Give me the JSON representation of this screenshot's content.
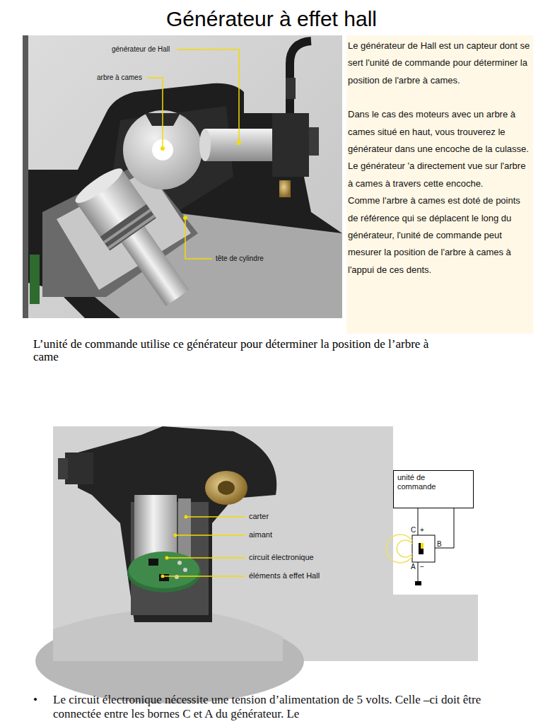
{
  "diagram": {
    "title": "Générateur à effet hall",
    "caption": "L’unité de commande utilise ce générateur pour déterminer la position de l’arbre à came",
    "nodes": [
      {
        "text": [
          "Le générateur de Hall est un capteur dont se sert l'unité de commande pour déterminer la position de l'arbre à cames.",
          "Dans le cas des moteurs avec un arbre à cames situé en haut, vous trouverez le générateur dans une encoche de la culasse. Le générateur 'a directement vue sur l'arbre à cames à travers cette encoche.",
          "Comme l'arbre à cames est doté de points de référence qui se déplacent le long du générateur, l'unité de commande peut mesurer la position de l'arbre à cames à l'appui de ces dents."
        ]
      },
      {
        "text": [
          "unité de commande"
        ]
      }
    ],
    "labels": [
      "générateur de Hall",
      "arbre à cames",
      "tête de cylindre",
      "carter",
      "aimant",
      "circuit électronique",
      "éléments à effet Hall",
      "C",
      "+",
      "B",
      "A",
      "−",
      "•",
      "Le circuit électronique nécessite une tension d’alimentation de 5 volts. Celle –ci doit être connectée entre les bornes C et A du générateur. Le"
    ]
  }
}
